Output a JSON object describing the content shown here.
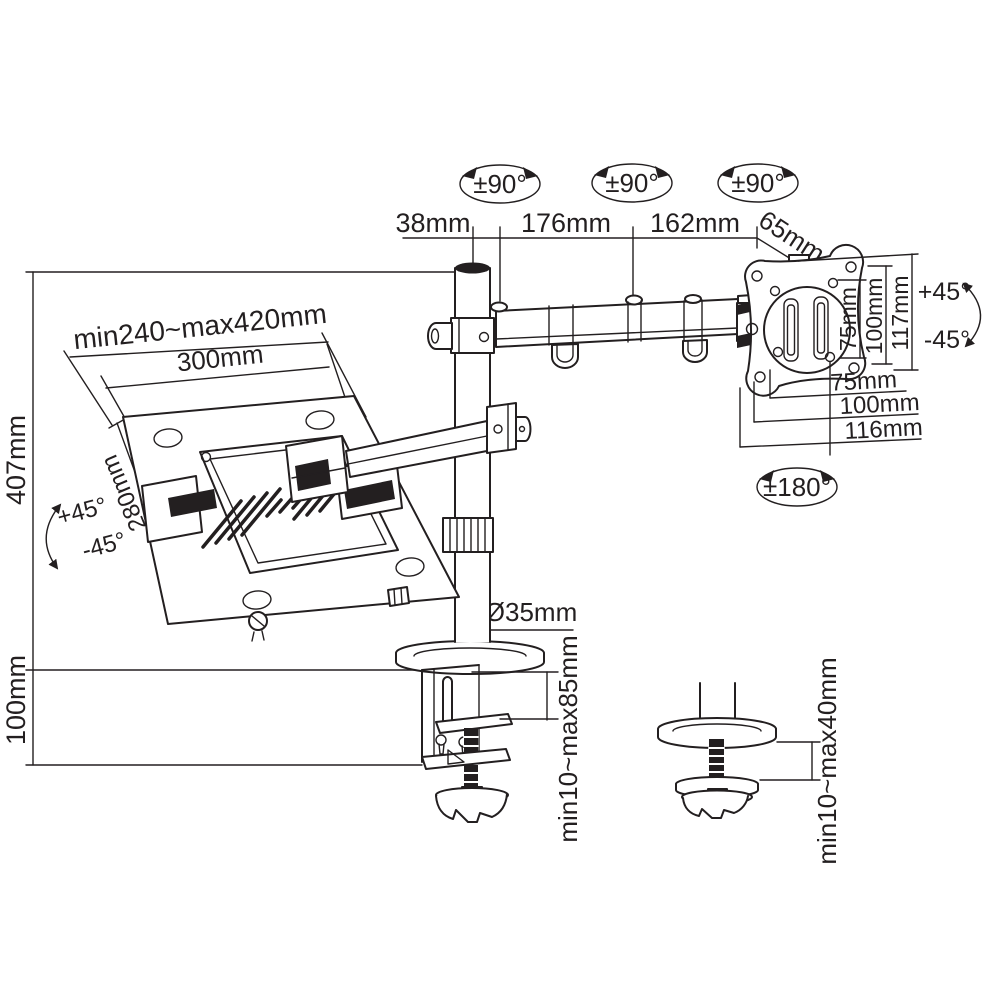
{
  "title": "Desk mount monitor arm with laptop tray - dimension diagram",
  "colors": {
    "line": "#231f20",
    "background": "#ffffff"
  },
  "labels": {
    "rotation_pole": "±90°",
    "rotation_mid_joint": "±90°",
    "rotation_end_joint": "±90°",
    "arm_offset": "38mm",
    "arm_segment_1": "176mm",
    "arm_segment_2": "162mm",
    "vesa_offset": "65mm",
    "tilt_up": "+45°",
    "tilt_down": "-45°",
    "vesa_vertical_75": "75mm",
    "vesa_vertical_100": "100mm",
    "vesa_vertical_117": "117mm",
    "vesa_horizontal_75": "75mm",
    "vesa_horizontal_100": "100mm",
    "vesa_horizontal_116": "116mm",
    "vesa_rotation": "±180°",
    "tray_width_range": "min240~max420mm",
    "tray_width": "300mm",
    "tray_depth": "280mm",
    "tray_tilt_up": "+45°",
    "tray_tilt_down": "-45°",
    "pole_height": "407mm",
    "base_height": "100mm",
    "pole_diameter": "Ø35mm",
    "clamp_thickness_range": "min10~max85mm",
    "grommet_thickness_range": "min10~max40mm"
  }
}
